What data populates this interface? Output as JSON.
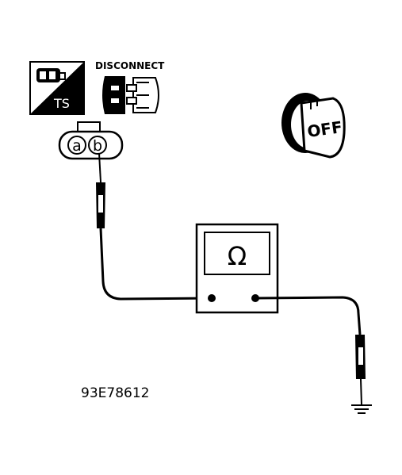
{
  "connector_badge": {
    "code": "TS"
  },
  "disconnect_label": "DISCONNECT",
  "connector_terminals": [
    "a",
    "b"
  ],
  "ignition_key": {
    "position": "OFF"
  },
  "ohmmeter": {
    "symbol": "Ω"
  },
  "figure_id": "93E78612",
  "colors": {
    "ink": "#000000",
    "paper": "#ffffff"
  }
}
